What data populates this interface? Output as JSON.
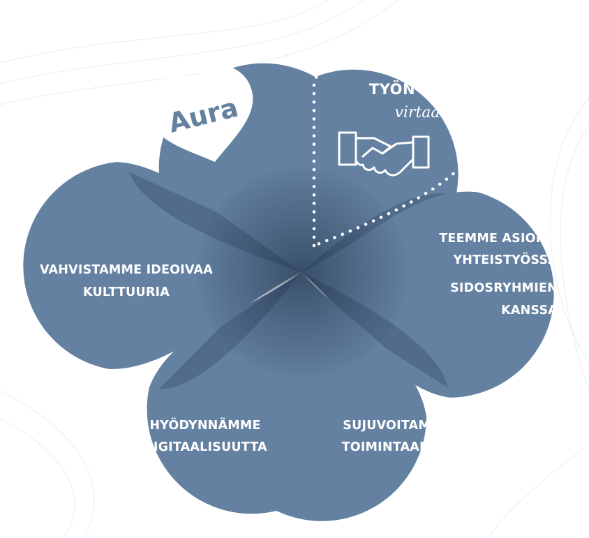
{
  "colors": {
    "petal": "#6481a1",
    "petal_shade": "#2f4560",
    "text": "#ffffff",
    "logo_text": "#6481a1"
  },
  "logo": {
    "icon": "heart-icon",
    "text": "Aura"
  },
  "tyon_virtaa": {
    "title": "TYÖN",
    "subtitle": "virtaa",
    "icon": "handshake-icon"
  },
  "petals": {
    "right": [
      "TEEMME ASIOITA",
      "YHTEISTYÖSSÄ",
      "SIDOSRYHMIEN",
      "KANSSA"
    ],
    "bottom_right": [
      "SUJUVOITAMME",
      "TOIMINTAAMME"
    ],
    "bottom_left": [
      "HYÖDYNNÄMME",
      "DIGITAALISUUTTA"
    ],
    "left": [
      "VAHVISTAMME IDEOIVAA",
      "KULTTUURIA"
    ]
  }
}
